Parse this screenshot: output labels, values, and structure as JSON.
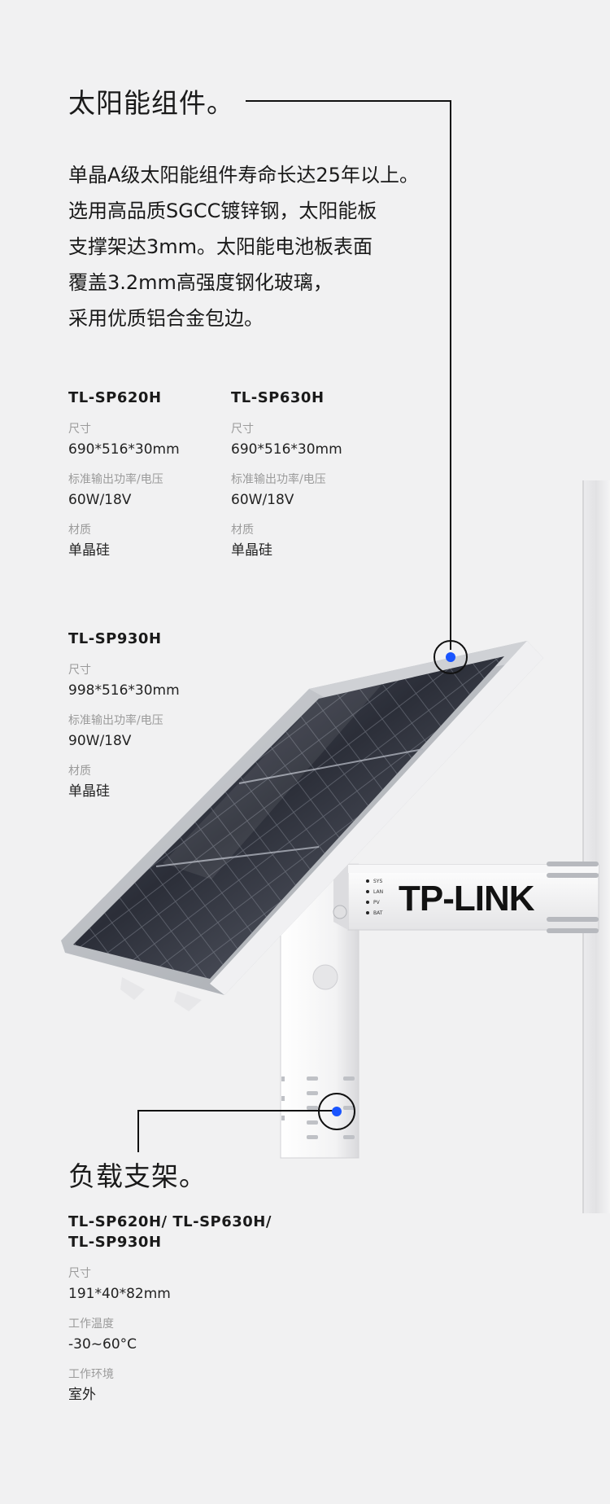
{
  "panel_section": {
    "title": "太阳能组件。",
    "description_lines": [
      "单晶A级太阳能组件寿命长达25年以上。",
      "选用高品质SGCC镀锌钢，太阳能板",
      "支撑架达3mm。太阳能电池板表面",
      "覆盖3.2mm高强度钢化玻璃，",
      "采用优质铝合金包边。"
    ],
    "models": [
      {
        "name": "TL-SP620H",
        "size_label": "尺寸",
        "size": "690*516*30mm",
        "power_label": "标准输出功率/电压",
        "power": "60W/18V",
        "material_label": "材质",
        "material": "单晶硅"
      },
      {
        "name": "TL-SP630H",
        "size_label": "尺寸",
        "size": "690*516*30mm",
        "power_label": "标准输出功率/电压",
        "power": "60W/18V",
        "material_label": "材质",
        "material": "单晶硅"
      },
      {
        "name": "TL-SP930H",
        "size_label": "尺寸",
        "size": "998*516*30mm",
        "power_label": "标准输出功率/电压",
        "power": "90W/18V",
        "material_label": "材质",
        "material": "单晶硅"
      }
    ]
  },
  "bracket_section": {
    "title": "负载支架。",
    "model_lines": [
      "TL-SP620H/ TL-SP630H/",
      "TL-SP930H"
    ],
    "size_label": "尺寸",
    "size": "191*40*82mm",
    "temp_label": "工作温度",
    "temp": "-30~60°C",
    "env_label": "工作环境",
    "env": "室外"
  },
  "product": {
    "brand": "TP-LINK",
    "indicators": [
      "SYS",
      "LAN",
      "PV",
      "BAT"
    ]
  },
  "colors": {
    "background": "#f1f1f2",
    "leader_line": "#111111",
    "marker_dot": "#1a55ff"
  }
}
